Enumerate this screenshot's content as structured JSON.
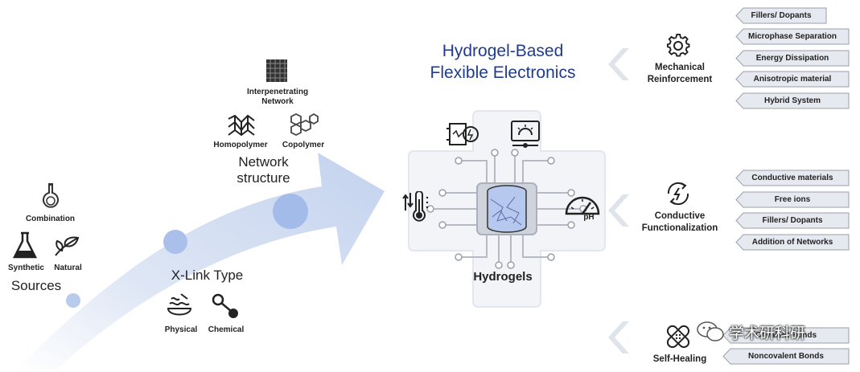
{
  "title": {
    "line1": "Hydrogel-Based",
    "line2": "Flexible Electronics"
  },
  "center": {
    "label": "Hydrogels"
  },
  "sources": {
    "label": "Sources",
    "combination": "Combination",
    "synthetic": "Synthetic",
    "natural": "Natural"
  },
  "xlink": {
    "label": "X-Link Type",
    "physical": "Physical",
    "chemical": "Chemical"
  },
  "network": {
    "label_line1": "Network",
    "label_line2": "structure",
    "interpenetrating_line1": "Interpenetrating",
    "interpenetrating_line2": "Network",
    "homopolymer": "Homopolymer",
    "copolymer": "Copolymer"
  },
  "categories": {
    "mechanical": {
      "line1": "Mechanical",
      "line2": "Reinforcement",
      "items": [
        "Fillers/ Dopants",
        "Microphase Separation",
        "Energy Dissipation",
        "Anisotropic material",
        "Hybrid System"
      ]
    },
    "conductive": {
      "line1": "Conductive",
      "line2": "Functionalization",
      "items": [
        "Conductive materials",
        "Free ions",
        "Fillers/ Dopants",
        "Addition of Networks"
      ]
    },
    "selfhealing": {
      "line1": "Self-Healing",
      "items": [
        "Covalent Bonds",
        "Noncovalent Bonds"
      ]
    }
  },
  "sensor_labels": {
    "ph": "pH"
  },
  "watermark": "学术研科研",
  "colors": {
    "arrow": "#c9d6ee",
    "dot": "#a9bfe8",
    "title": "#1f3c8c",
    "box": "#e6e9ef",
    "chevron": "#d9dee8"
  }
}
